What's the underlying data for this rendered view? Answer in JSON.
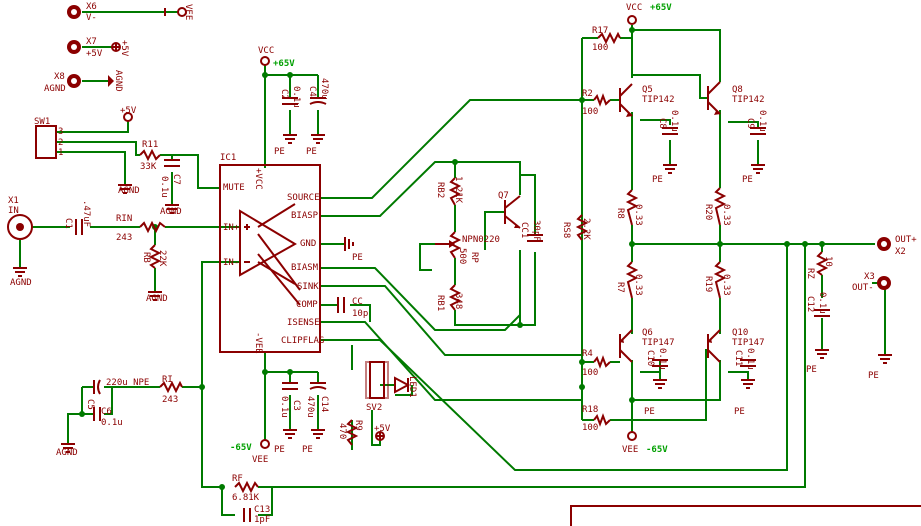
{
  "colors": {
    "wire": "#007a00",
    "part": "#8b0000",
    "bg": "#ffffff",
    "label_green": "#00a000"
  },
  "connectors": {
    "x6": "X6",
    "x6_pin": "V-",
    "x6_net": "VEE",
    "x7": "X7",
    "x7_pin": "+5V",
    "x7_net": "+5V",
    "x8": "X8",
    "x8_pin": "AGND",
    "x8_net": "AGND",
    "x1": "X1",
    "x1_pin": "IN",
    "x2_pin": "OUT+",
    "x2": "X2",
    "x3": "X3",
    "x3_pin": "OUT-"
  },
  "switch": {
    "name": "SW1",
    "pins": [
      "3",
      "2",
      "1"
    ],
    "net_top": "+5V",
    "net_bottom": "AGND"
  },
  "ic": {
    "name": "IC1",
    "left_pins": [
      "MUTE",
      "IN+",
      "IN-"
    ],
    "right_pins": [
      "SOURCE",
      "BIASP",
      "GND",
      "BIASM",
      "SINK",
      "COMP",
      "ISENSE",
      "CLIPFLAG"
    ],
    "top_pin": "+VCC",
    "bottom_pin": "-VEE"
  },
  "supplies": {
    "vcc": "VCC",
    "vcc_value": "+65V",
    "vcc_top": "VCC",
    "vcc_top_value": "+65V",
    "vee": "VEE",
    "vee_value": "-65V",
    "vee_right": "VEE",
    "vee_right_value": "-65V",
    "pe": "PE",
    "agnd": "AGND",
    "p5v": "+5V"
  },
  "components": {
    "c1": "C1",
    "c1_val": ".47uF",
    "rin": "RIN",
    "rin_val": "243",
    "rb": "RB",
    "rb_val": "22K",
    "r11": "R11",
    "r11_val": "33K",
    "c7": "C7",
    "c7_val": "0.1u",
    "c2": "C2",
    "c2_val": "0.1u",
    "c4": "C4",
    "c4_val": "470u",
    "c3": "C3",
    "c3_val": "0.1u",
    "c14": "C14",
    "c14_val": "470u",
    "cc": "CC",
    "cc_val": "10p",
    "rb2": "RB2",
    "rb2_val": "1.21K",
    "rb1": "RB1",
    "rb1_val": "348",
    "rp": "RP",
    "rp_val": "500",
    "q7": "Q7",
    "q7_val": "NPN0220",
    "cc1": "CC1",
    "cc1_val": "30pF",
    "sv2": "SV2",
    "led1": "LED1",
    "r9": "R9",
    "r9_val": "470",
    "c5": "C5",
    "c5_val": "220u NPE",
    "c6": "C6",
    "c6_val": "0.1u",
    "ri": "RI",
    "ri_val": "243",
    "rf": "RF",
    "rf_val": "6.81K",
    "c13": "C13",
    "c13_val": "1pF",
    "r17": "R17",
    "r17_val": "100",
    "r2": "R2",
    "r2_val": "100",
    "q5": "Q5",
    "q5_val": "TIP142",
    "q8": "Q8",
    "q8_val": "TIP142",
    "c8": "C8",
    "c8_val": "0.1u",
    "c9": "C9",
    "c9_val": "0.1u",
    "r8": "R8",
    "r8_val": "0.33",
    "r20": "R20",
    "r20_val": "0.33",
    "rs8": "RS8",
    "rs8_val": "2.2K",
    "r7": "R7",
    "r7_val": "0.33",
    "r19": "R19",
    "r19_val": "0.33",
    "r4": "R4",
    "r4_val": "100",
    "r18": "R18",
    "r18_val": "100",
    "q6": "Q6",
    "q6_val": "TIP147",
    "q10": "Q10",
    "q10_val": "TIP147",
    "c10": "C10",
    "c10_val": "0.1u",
    "c11": "C11",
    "c11_val": "0.1u",
    "rz": "RZ",
    "rz_val": "10",
    "c12": "C12",
    "c12_val": "0.1u"
  }
}
